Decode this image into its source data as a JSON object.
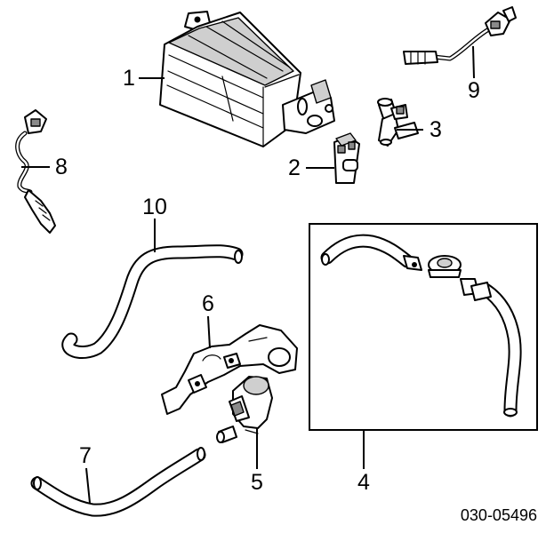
{
  "callouts": {
    "c1": "1",
    "c2": "2",
    "c3": "3",
    "c4": "4",
    "c5": "5",
    "c6": "6",
    "c7": "7",
    "c8": "8",
    "c9": "9",
    "c10": "10"
  },
  "diagram_id": "030-05496"
}
